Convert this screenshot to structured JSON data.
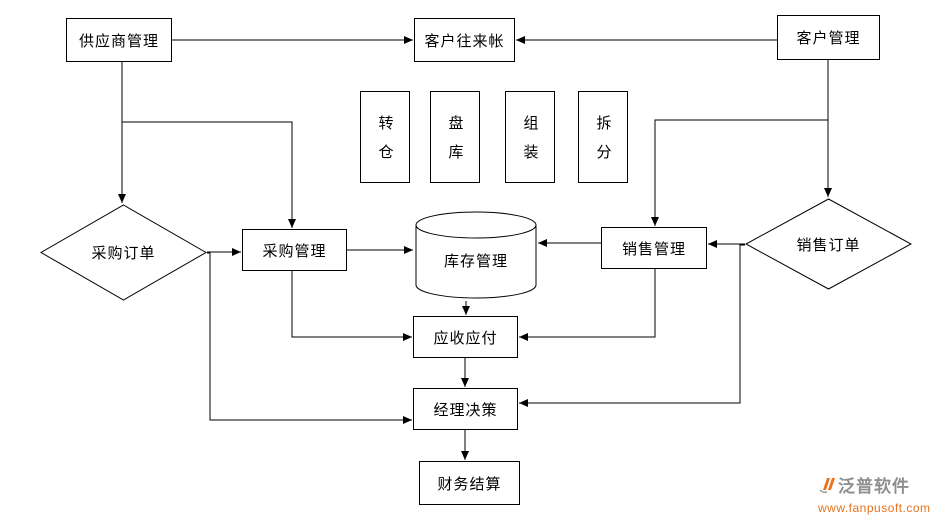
{
  "nodes": {
    "supplier_management": "供应商管理",
    "customer_account": "客户往来帐",
    "customer_management": "客户管理",
    "transfer_warehouse": "转仓",
    "stocktake": "盘库",
    "assemble": "组装",
    "split": "拆分",
    "purchase_order": "采购订单",
    "purchase_management": "采购管理",
    "inventory_management": "库存管理",
    "sales_management": "销售管理",
    "sales_order": "销售订单",
    "receivable_payable": "应收应付",
    "manager_decision": "经理决策",
    "financial_settlement": "财务结算"
  },
  "edges": [
    {
      "from": "供应商管理",
      "to": "客户往来帐"
    },
    {
      "from": "客户管理",
      "to": "客户往来帐"
    },
    {
      "from": "供应商管理",
      "to": "采购订单"
    },
    {
      "from": "供应商管理",
      "to": "采购管理"
    },
    {
      "from": "客户管理",
      "to": "销售订单"
    },
    {
      "from": "客户管理",
      "to": "销售管理"
    },
    {
      "from": "采购订单",
      "to": "采购管理"
    },
    {
      "from": "采购订单",
      "to": "经理决策"
    },
    {
      "from": "采购管理",
      "to": "库存管理"
    },
    {
      "from": "采购管理",
      "to": "应收应付"
    },
    {
      "from": "销售订单",
      "to": "销售管理"
    },
    {
      "from": "销售订单",
      "to": "经理决策"
    },
    {
      "from": "销售管理",
      "to": "库存管理"
    },
    {
      "from": "销售管理",
      "to": "应收应付"
    },
    {
      "from": "库存管理",
      "to": "应收应付"
    },
    {
      "from": "应收应付",
      "to": "经理决策"
    },
    {
      "from": "经理决策",
      "to": "财务结算"
    }
  ],
  "watermark": {
    "brand": "泛普软件",
    "url": "www.fanpusoft.com",
    "brand_color": "#8f8f8f",
    "accent_color": "#e8731d"
  },
  "colors": {
    "background": "#ffffff",
    "line": "#000000",
    "node_fill": "#ffffff",
    "node_border": "#000000"
  }
}
